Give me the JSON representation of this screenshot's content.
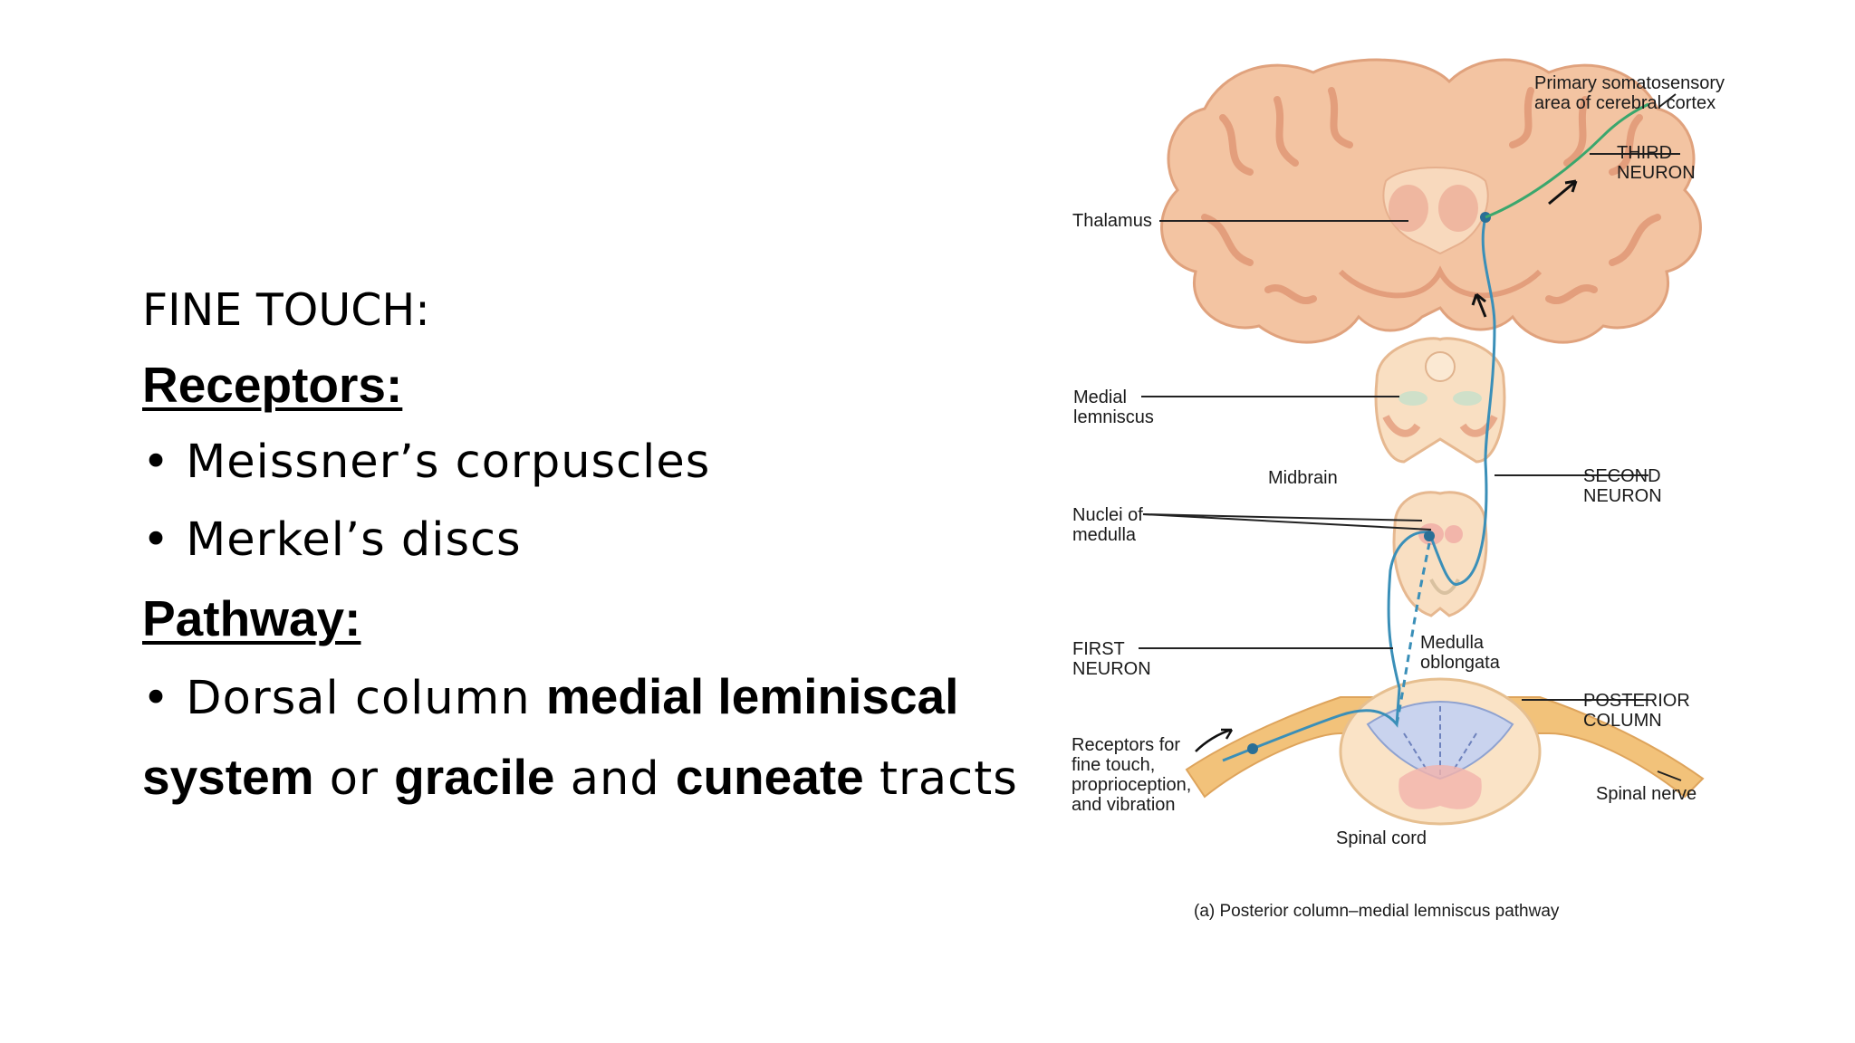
{
  "left": {
    "heading": "FINE TOUCH:",
    "receptors_title": "Receptors:",
    "receptors": [
      "Meissner’s corpuscles",
      "Merkel’s discs"
    ],
    "pathway_title": "Pathway:",
    "pathway_line1_prefix": "Dorsal column ",
    "pathway_line1_bold": "medial leminiscal",
    "pathway_line2": {
      "b1": "system",
      "t1": " or ",
      "b2": "gracile",
      "t2": " and ",
      "b3": "cuneate",
      "t3": " tracts"
    }
  },
  "figure": {
    "labels": {
      "primary_1": "Primary somatosensory",
      "primary_2": "area of cerebral cortex",
      "third_1": "THIRD",
      "third_2": "NEURON",
      "thalamus": "Thalamus",
      "medial_1": "Medial",
      "medial_2": "lemniscus",
      "midbrain": "Midbrain",
      "second_1": "SECOND",
      "second_2": "NEURON",
      "nuclei_1": "Nuclei of",
      "nuclei_2": "medulla",
      "first_1": "FIRST",
      "first_2": "NEURON",
      "medulla_1": "Medulla",
      "medulla_2": "oblongata",
      "posterior_1": "POSTERIOR",
      "posterior_2": "COLUMN",
      "receptors_1": "Receptors for",
      "receptors_2": "fine touch,",
      "receptors_3": "proprioception,",
      "receptors_4": "and vibration",
      "spinal_nerve": "Spinal nerve",
      "spinal_cord": "Spinal cord"
    },
    "caption": "(a) Posterior column–medial lemniscus pathway",
    "colors": {
      "tissue": "#f3c4a2",
      "tissue_dark": "#e8a98a",
      "cord": "#fae3c6",
      "column": "#c9d3ee",
      "neuron_blue": "#3a8fb8",
      "neuron_green": "#3aa76d",
      "nerve": "#f2c27a"
    }
  }
}
